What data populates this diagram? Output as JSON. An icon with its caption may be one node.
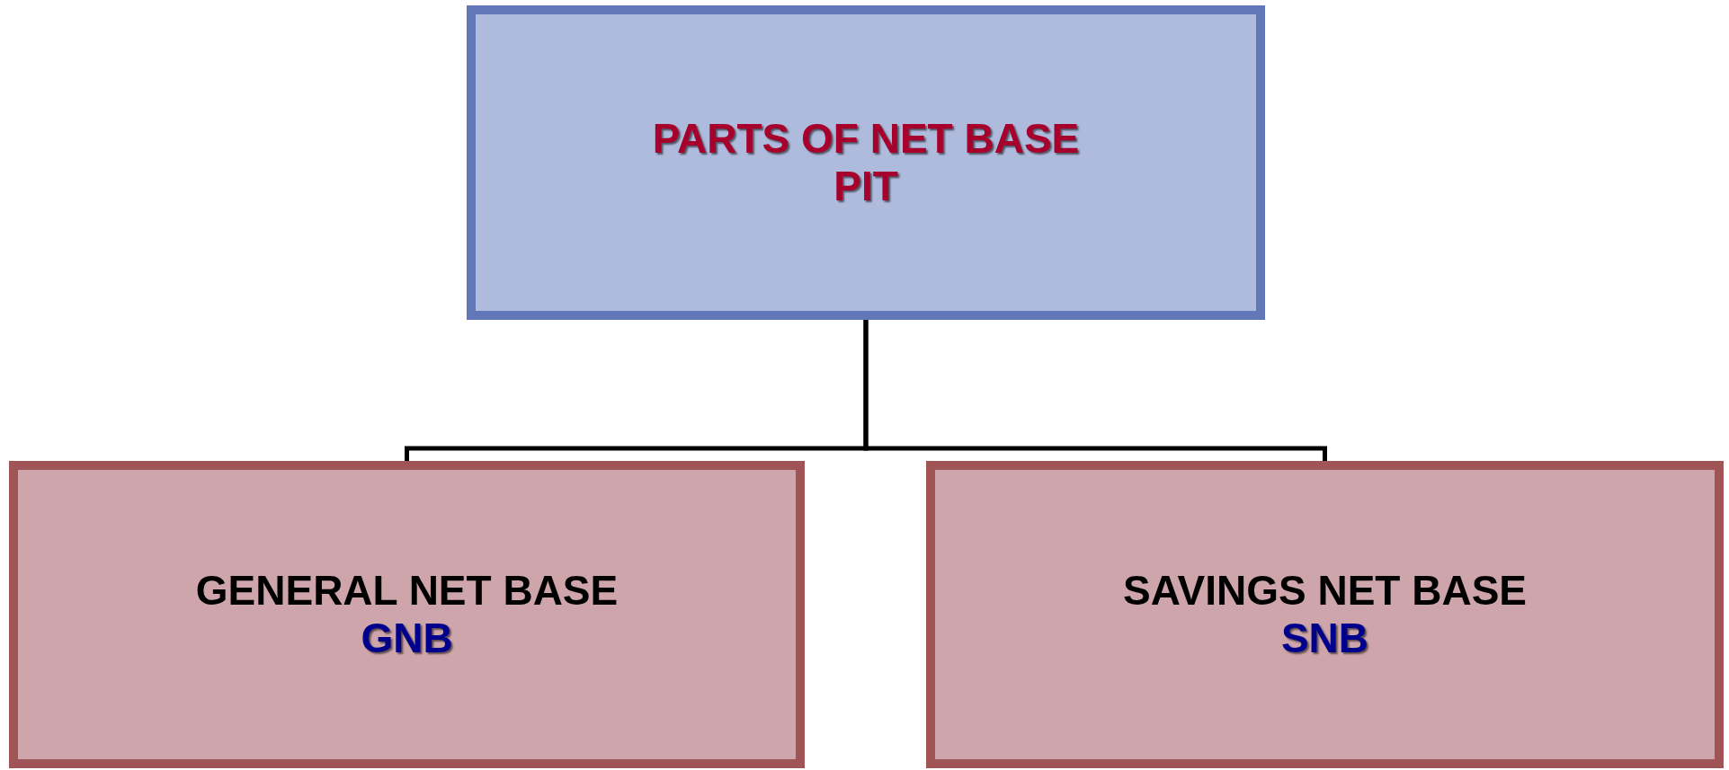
{
  "diagram": {
    "nodes": [
      {
        "text": [
          "PARTS OF NET BASE",
          "PIT"
        ]
      },
      {
        "text": [
          "GENERAL NET BASE",
          "GNB"
        ]
      },
      {
        "text": [
          "SAVINGS NET BASE",
          "SNB"
        ]
      }
    ],
    "edges": [
      {
        "from": 0,
        "to": 1,
        "arrow": "none"
      },
      {
        "from": 0,
        "to": 2,
        "arrow": "none"
      }
    ]
  }
}
